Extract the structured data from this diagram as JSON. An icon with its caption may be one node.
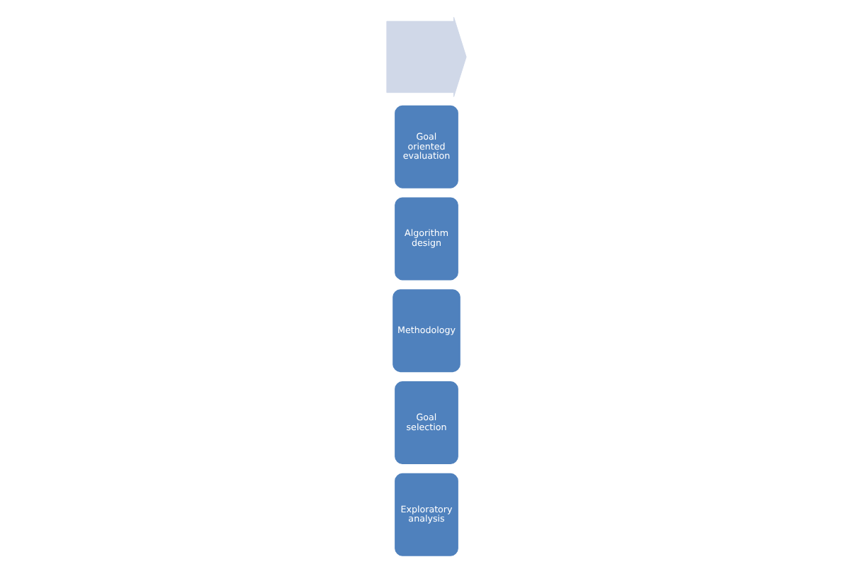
{
  "diagram": {
    "nodes": [
      {
        "text": [
          "Exploratory analysis"
        ]
      },
      {
        "text": [
          "Goal selection"
        ]
      },
      {
        "text": [
          "Methodology"
        ]
      },
      {
        "text": [
          "Algorithm design"
        ]
      },
      {
        "text": [
          "Goal oriented evaluation"
        ]
      },
      {
        "text": [],
        "shape": "arrow"
      }
    ],
    "edges": []
  }
}
